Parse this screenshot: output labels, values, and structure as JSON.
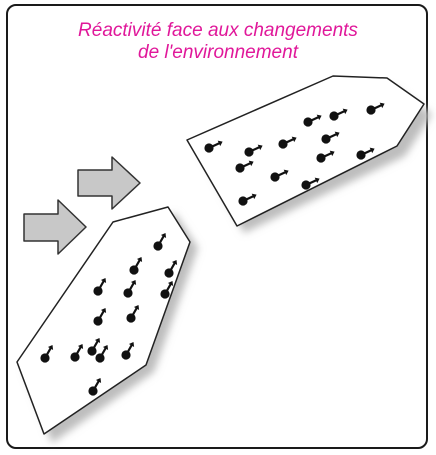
{
  "title": {
    "line1": "Réactivité face aux changements",
    "line2": "de l'environnement"
  },
  "colors": {
    "title": "#e0189a",
    "arrow_fill": "#c8c8c8",
    "arrow_stroke": "#333333",
    "shape_fill": "#ffffff",
    "shape_shadow": "#bdbdbd",
    "agent": "#111111",
    "frame": "#1a1a1a"
  },
  "icons": {
    "arrow": "block-arrow-right",
    "agent": "agent-dot-with-direction"
  }
}
